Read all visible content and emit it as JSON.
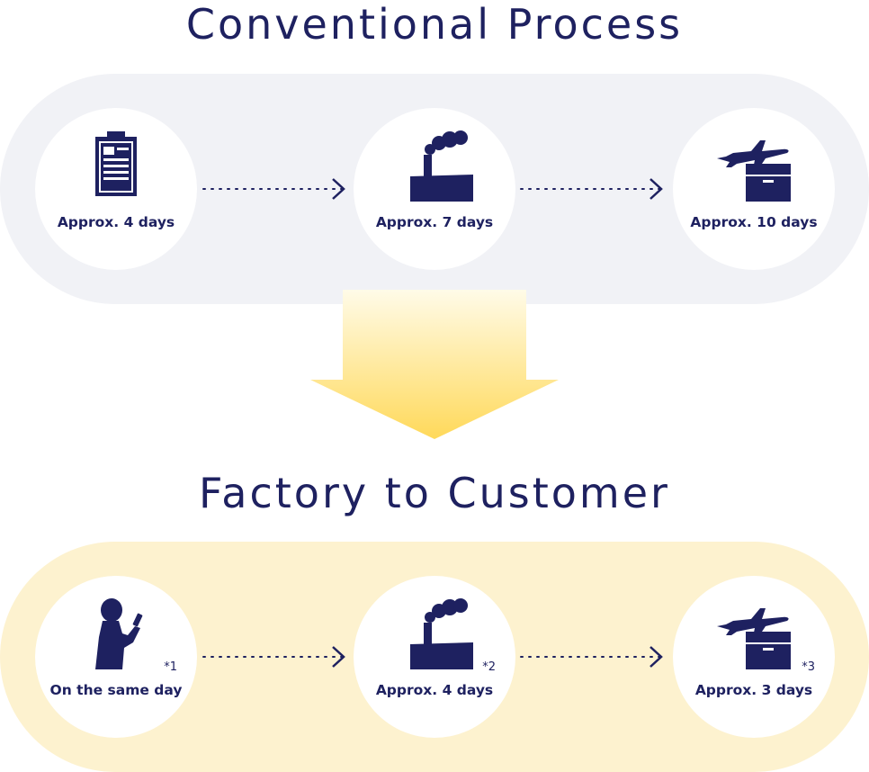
{
  "conventional": {
    "title": "Conventional Process",
    "steps": [
      {
        "icon": "clipboard-icon",
        "label": "Approx. 4 days"
      },
      {
        "icon": "factory-icon",
        "label": "Approx. 7 days"
      },
      {
        "icon": "airplane-box-icon",
        "label": "Approx. 10 days"
      }
    ]
  },
  "factory_to_customer": {
    "title": "Factory to Customer",
    "steps": [
      {
        "icon": "person-phone-icon",
        "label": "On the same day",
        "note": "*1"
      },
      {
        "icon": "factory-icon",
        "label": "Approx. 4 days",
        "note": "*2"
      },
      {
        "icon": "airplane-box-icon",
        "label": "Approx. 3 days",
        "note": "*3"
      }
    ]
  },
  "colors": {
    "navy": "#1e2160",
    "top_band": "#f1f2f6",
    "bottom_band": "#fdf2cf",
    "arrow_gradient_start": "#fff8dd",
    "arrow_gradient_end": "#ffd95a"
  }
}
